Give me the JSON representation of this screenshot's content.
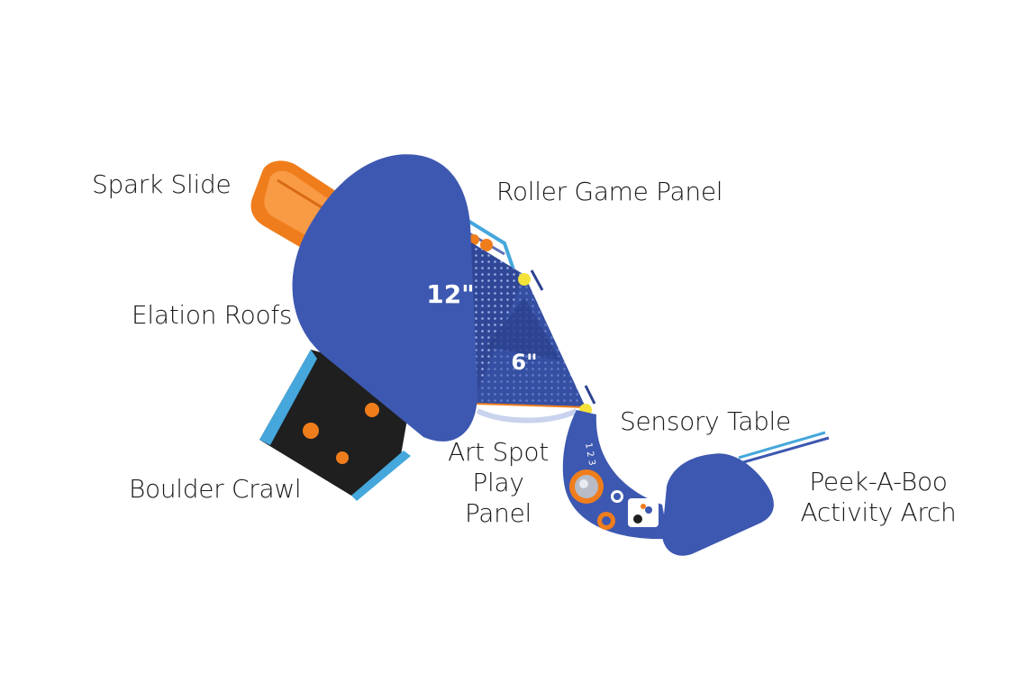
{
  "labels": {
    "spark_slide": "Spark Slide",
    "roller_game_panel": "Roller Game Panel",
    "elation_roofs": "Elation Roofs",
    "sensory_table": "Sensory Table",
    "art_spot_line1": "Art Spot",
    "art_spot_line2": "Play Panel",
    "boulder_crawl": "Boulder Crawl",
    "peek_a_boo_line1": "Peek-A-Boo",
    "peek_a_boo_line2": "Activity Arch"
  },
  "roof_heights": {
    "large": "12\"",
    "small": "6\""
  },
  "panel_numbers": "1 2 3",
  "colors": {
    "roof_blue": "#3d58b0",
    "roof_dark": "#2d4390",
    "slide_orange": "#f07d1c",
    "frame_light_blue": "#45a7dc",
    "crawl_black": "#202020",
    "accent_yellow": "#f4e23a",
    "label_text": "#1a1a1a"
  }
}
